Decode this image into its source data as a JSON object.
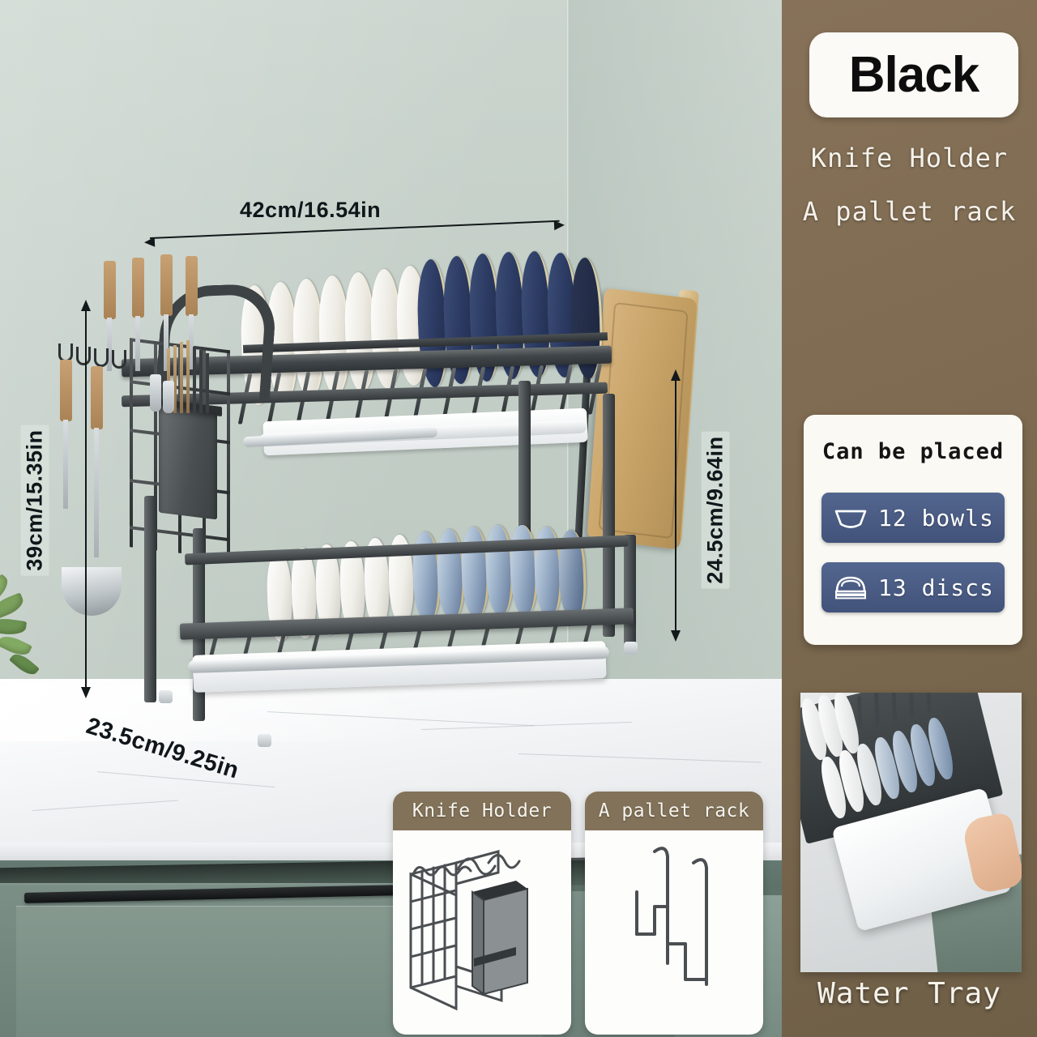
{
  "product": {
    "color_label": "Black",
    "variant_lines": [
      "Knife Holder",
      "A pallet rack"
    ]
  },
  "dimensions": {
    "width": "42cm/16.54in",
    "height": "39cm/15.35in",
    "tier_height": "24.5cm/9.64in",
    "depth": "23.5cm/9.25in"
  },
  "capacity": {
    "title": "Can be placed",
    "rows": [
      {
        "icon": "bowl-icon",
        "label": "12 bowls"
      },
      {
        "icon": "disc-stack-icon",
        "label": "13 discs"
      }
    ]
  },
  "accessories": [
    {
      "title": "Knife Holder",
      "icon": "knife-holder-wire-icon"
    },
    {
      "title": "A pallet rack",
      "icon": "pallet-rack-hook-icon"
    }
  ],
  "water_tray": {
    "caption": "Water Tray"
  },
  "colors": {
    "panel_background": "#7d6a50",
    "badge_navy": "#4a5b85",
    "card_white": "#fbf9f3",
    "wall_green": "#c6d0c9",
    "cabinet_green": "#6d8179",
    "metal_black": "#3b3f41",
    "plate_navy": "#2c3b63",
    "board_wood": "#c9a468"
  }
}
